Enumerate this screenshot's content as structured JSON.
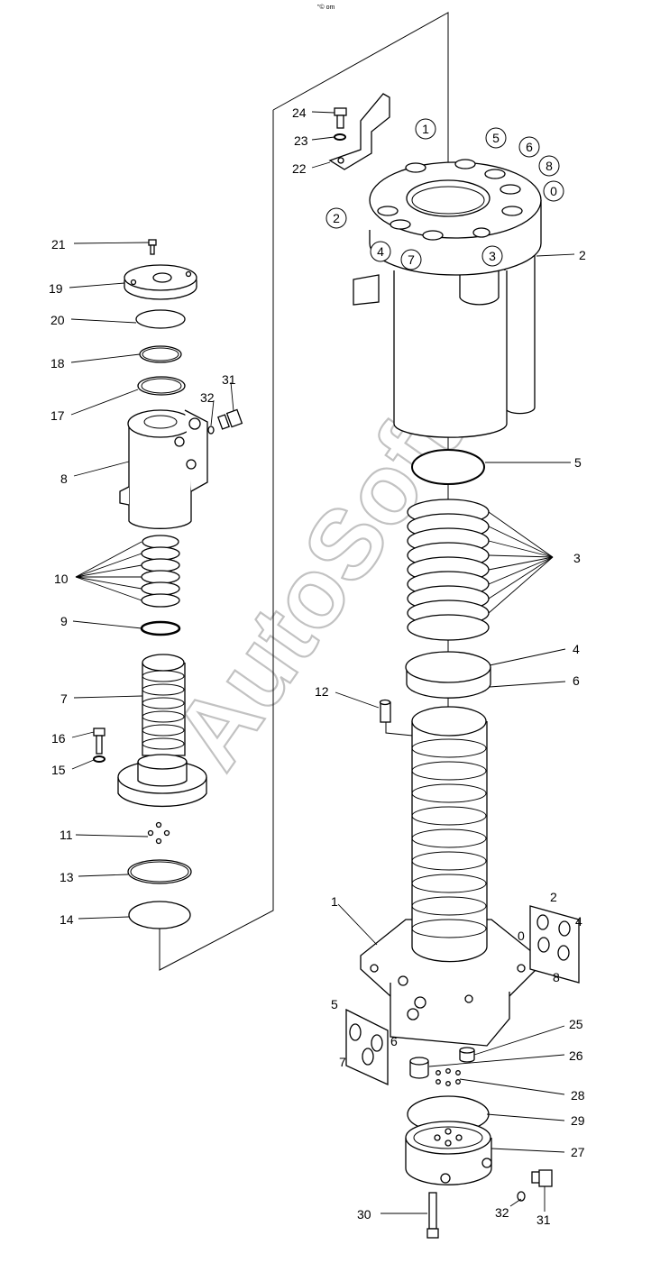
{
  "header_mark": "\"© om",
  "watermark": "AutoSoft",
  "callouts": {
    "c1": "1",
    "c2": "2",
    "c3": "3",
    "c4": "4",
    "c5": "5",
    "c6": "6",
    "c7": "7",
    "c8": "8",
    "c9": "9",
    "c10": "10",
    "c11": "11",
    "c12": "12",
    "c13": "13",
    "c14": "14",
    "c15": "15",
    "c16": "16",
    "c17": "17",
    "c18": "18",
    "c19": "19",
    "c20": "20",
    "c21": "21",
    "c22": "22",
    "c23": "23",
    "c24": "24",
    "c25": "25",
    "c26": "26",
    "c27": "27",
    "c28": "28",
    "c29": "29",
    "c30": "30",
    "c31": "31",
    "c32": "32",
    "c0": "0"
  },
  "port_labels": {
    "top_ports": [
      "1",
      "5",
      "6",
      "8",
      "0",
      "2",
      "4",
      "7",
      "3"
    ],
    "right_plate": [
      "2",
      "4",
      "0",
      "8"
    ],
    "left_plate": [
      "5",
      "6",
      "7"
    ]
  }
}
